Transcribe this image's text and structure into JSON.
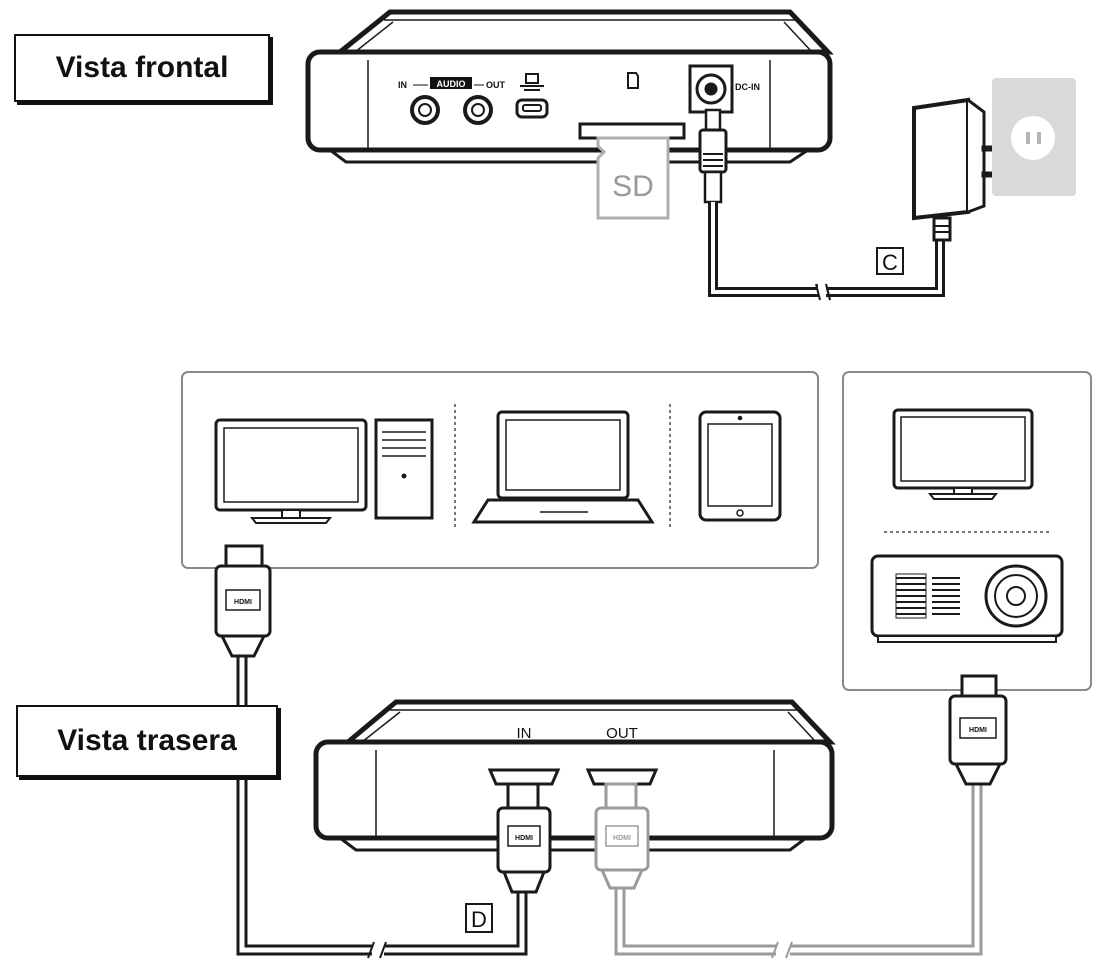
{
  "captions": {
    "front_view": "Vista frontal",
    "rear_view": "Vista trasera"
  },
  "front_device": {
    "audio_in": "IN",
    "audio_group": "AUDIO",
    "audio_out": "OUT",
    "dc_in": "DC-IN",
    "sd_card": "SD"
  },
  "rear_device": {
    "port_in": "IN",
    "port_out": "OUT"
  },
  "cable_labels": {
    "power_cable": "C",
    "hdmi_cable": "D"
  },
  "connector_label": "HDMI",
  "icons": [
    "monitor-icon",
    "pc-tower-icon",
    "laptop-icon",
    "tablet-icon",
    "tv-icon",
    "projector-icon",
    "power-adapter-icon",
    "wall-outlet-icon",
    "usb-icon",
    "sd-slot-icon"
  ],
  "colors": {
    "line": "#1a1a1a",
    "panel": "#8a8a8a",
    "gray_cable": "#9a9a9a",
    "outlet": "#d9d9d9"
  }
}
